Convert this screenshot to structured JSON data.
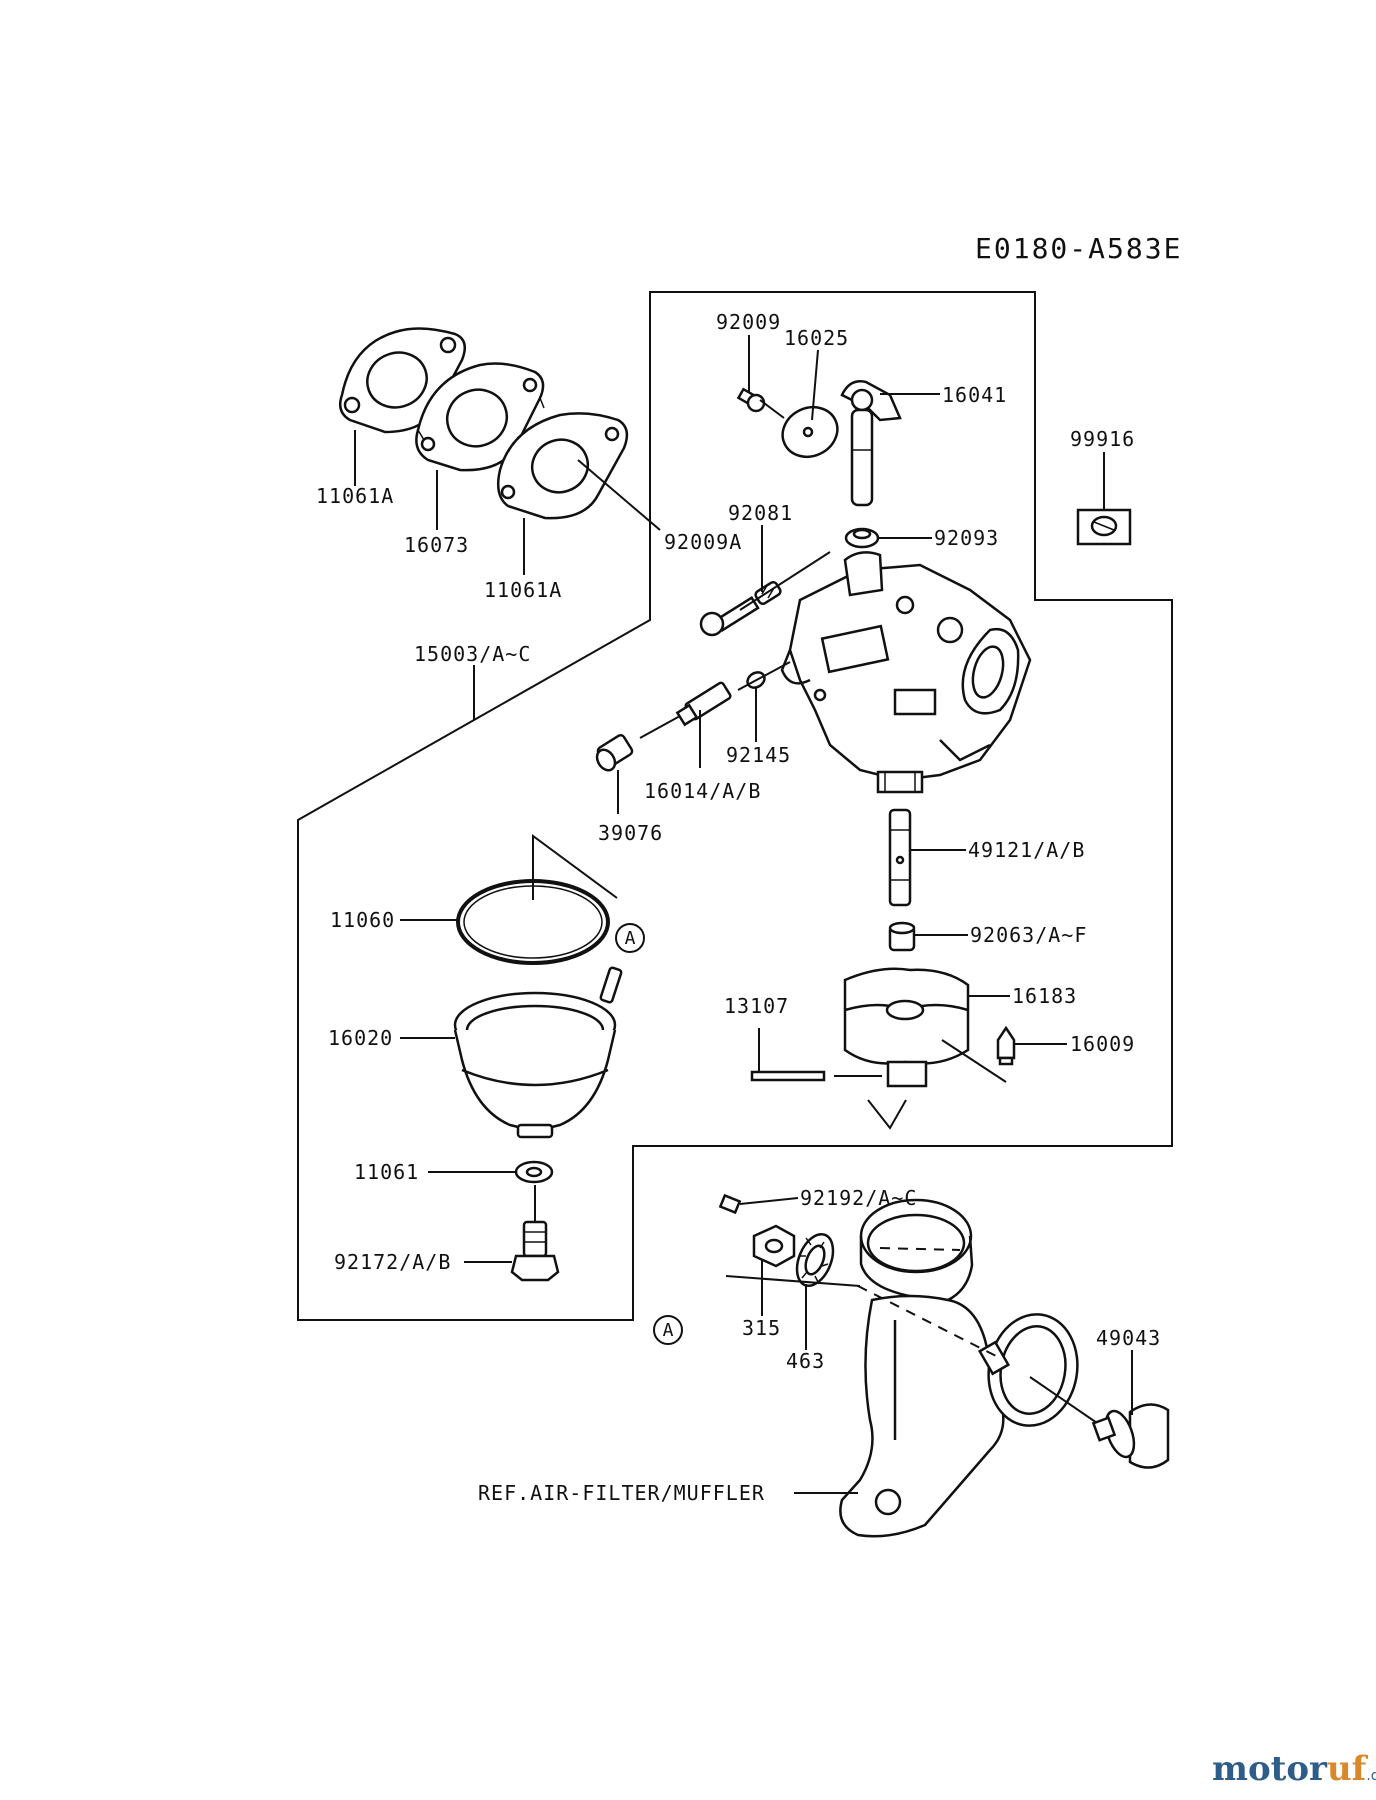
{
  "diagram_code": "E0180-A583E",
  "labels": {
    "p92009": "92009",
    "p16025": "16025",
    "p16041": "16041",
    "p99916": "99916",
    "p11061A_1": "11061A",
    "p16073": "16073",
    "p11061A_2": "11061A",
    "p92009A": "92009A",
    "p92081": "92081",
    "p92093": "92093",
    "p15003": "15003/A~C",
    "p92145": "92145",
    "p16014": "16014/A/B",
    "p39076": "39076",
    "p49121": "49121/A/B",
    "p11060": "11060",
    "p92063": "92063/A~F",
    "p13107": "13107",
    "p16183": "16183",
    "p16009": "16009",
    "p16020": "16020",
    "p11061": "11061",
    "p92192": "92192/A~C",
    "p92172": "92172/A/B",
    "p315": "315",
    "p463": "463",
    "p49043": "49043",
    "ref_air_filter": "REF.AIR-FILTER/MUFFLER"
  },
  "callouts": {
    "a_top": "A",
    "a_bottom": "A"
  },
  "watermark": {
    "part1": "motor",
    "part2": "uf",
    "suffix": ".de"
  }
}
